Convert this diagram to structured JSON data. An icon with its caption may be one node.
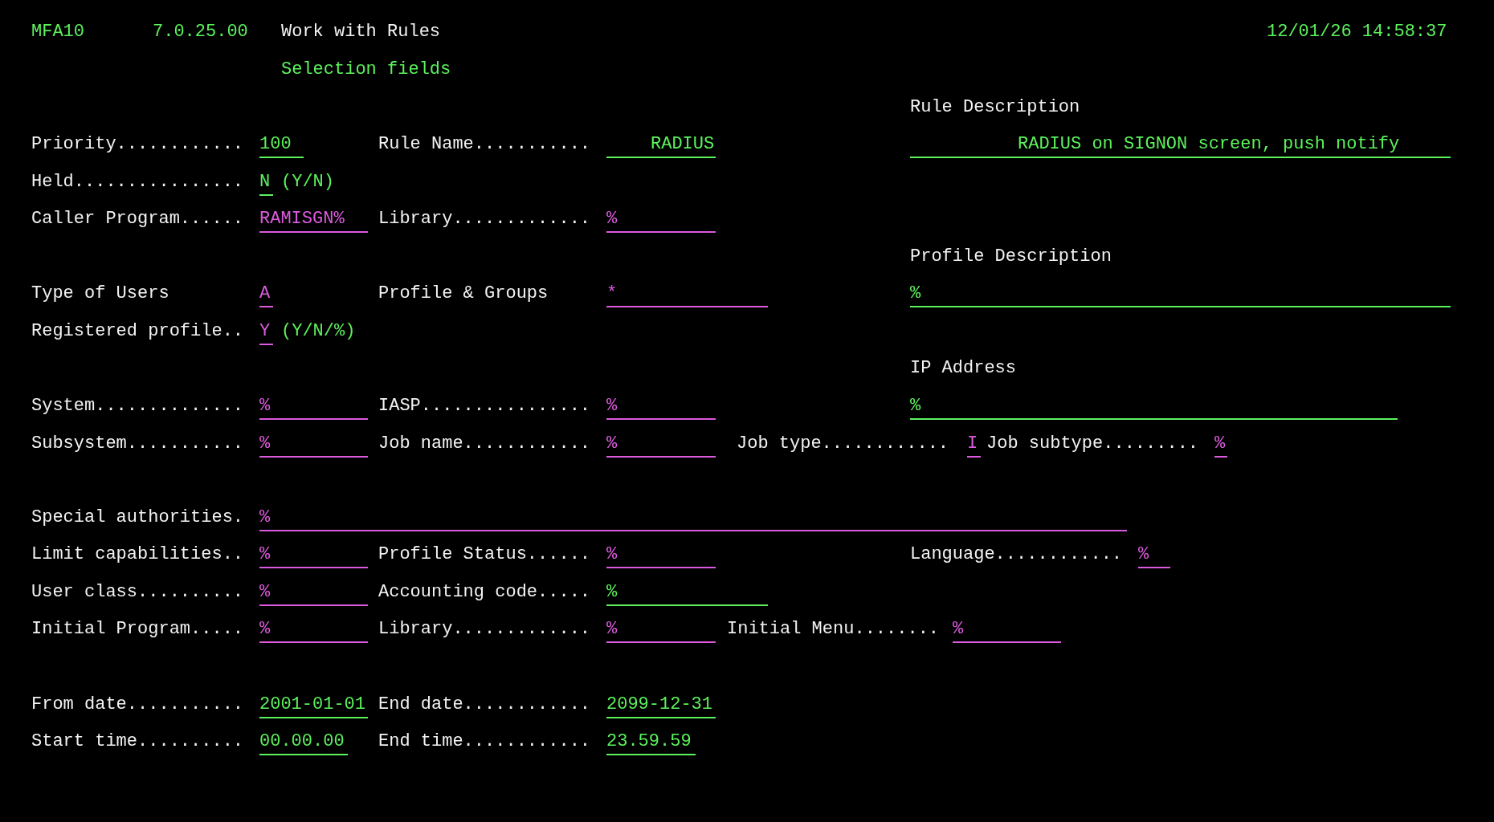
{
  "diagram": {
    "title": "Work with Rules",
    "labels": [
      "MFA10",
      "7.0.25.00",
      "12/01/26 14:58:37",
      "Selection fields",
      "Rule Description",
      "Priority............",
      "100",
      "Rule Name...........",
      "RADIUS",
      "RADIUS on SIGNON screen, push notify",
      "Held................",
      "N",
      "(Y/N)",
      "Caller Program......",
      "RAMISGN%",
      "Library.............",
      "%",
      "Profile Description",
      "Type of Users",
      "A",
      "Profile & Groups",
      "*",
      "%",
      "Registered profile..",
      "Y",
      "(Y/N/%)",
      "IP Address",
      "System..............",
      "%",
      "IASP................",
      "%",
      "%",
      "Subsystem...........",
      "%",
      "Job name............",
      "%",
      "Job type............",
      "I",
      "Job subtype.........",
      "%",
      "Special authorities.",
      "%",
      "Limit capabilities..",
      "%",
      "Profile Status......",
      "%",
      "Language............",
      "%",
      "User class..........",
      "%",
      "Accounting code.....",
      "%",
      "Initial Program.....",
      "%",
      "Library.............",
      "%",
      "Initial Menu........",
      "%",
      "From date...........",
      "2001-01-01",
      "End date............",
      "2099-12-31",
      "Start time..........",
      "00.00.00",
      "End time............",
      "23.59.59"
    ]
  }
}
